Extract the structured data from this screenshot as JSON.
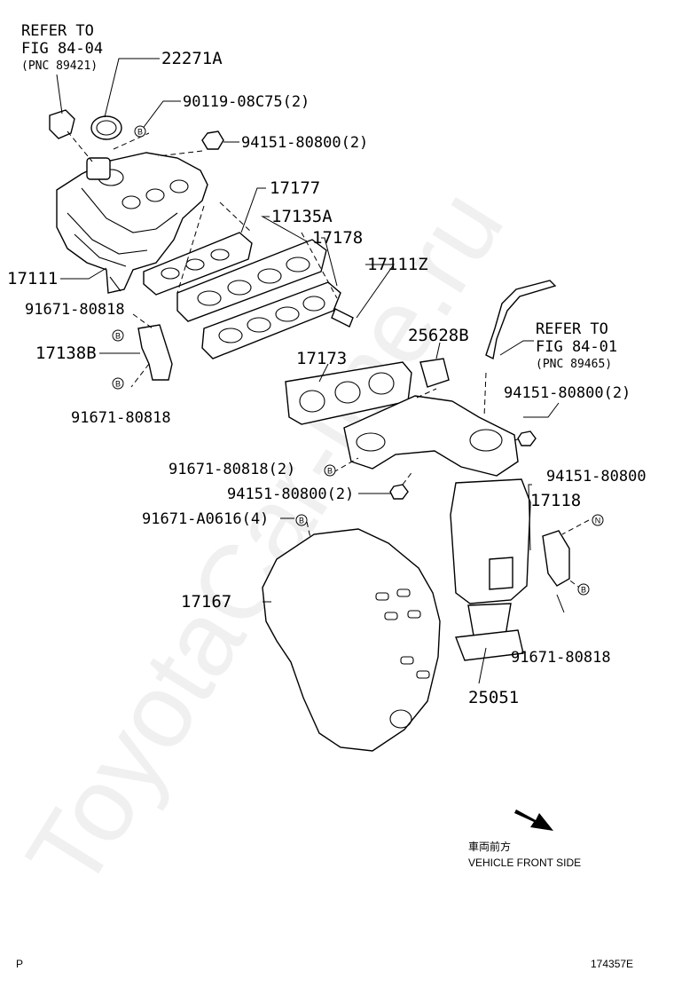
{
  "watermark": "ToyotaCar-line.ru",
  "refs": [
    {
      "line1": "REFER TO",
      "line2": "FIG 84-04",
      "line3": "(PNC 89421)"
    },
    {
      "line1": "REFER TO",
      "line2": "FIG 84-01",
      "line3": "(PNC 89465)"
    }
  ],
  "parts": {
    "p22271A": "22271A",
    "p90119": "90119-08C75(2)",
    "p94151a": "94151-80800(2)",
    "p17177": "17177",
    "p17135A": "17135A",
    "p17178": "17178",
    "p17111Z": "17111Z",
    "p17111": "17111",
    "p91671a": "91671-80818",
    "p17138B": "17138B",
    "p91671b": "91671-80818",
    "p17173": "17173",
    "p25628B": "25628B",
    "p94151b": "94151-80800(2)",
    "p91671c": "91671-80818(2)",
    "p94151c": "94151-80800(2)",
    "p91671A0616": "91671-A0616(4)",
    "p94151d": "94151-80800",
    "p17118": "17118",
    "p17167": "17167",
    "p91671d": "91671-80818",
    "p25051": "25051"
  },
  "badges": {
    "b": "B",
    "n": "N"
  },
  "direction": {
    "jp": "車両前方",
    "en": "VEHICLE FRONT SIDE"
  },
  "corner": "P",
  "figure_id": "174357E"
}
